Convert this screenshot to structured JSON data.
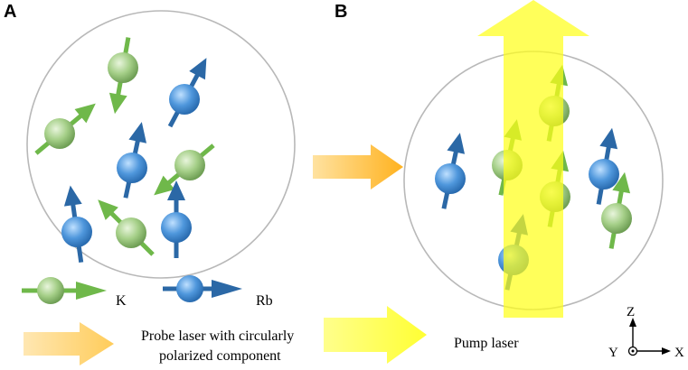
{
  "panels": {
    "a": {
      "label": "A"
    },
    "b": {
      "label": "B"
    }
  },
  "legend": {
    "k_label": "K",
    "rb_label": "Rb",
    "probe_label_line1": "Probe laser with circularly",
    "probe_label_line2": "polarized component",
    "pump_label": "Pump laser"
  },
  "axes": {
    "z": "Z",
    "x": "X",
    "y": "Y"
  },
  "colors": {
    "k_atom": "#8cbf6e",
    "k_arrow": "#6fb84a",
    "rb_atom": "#3f86d0",
    "rb_arrow": "#2b68a6",
    "probe_laser": "#ffc34d",
    "pump_laser": "#ffff33",
    "cell_outline": "#b8b8b8"
  }
}
